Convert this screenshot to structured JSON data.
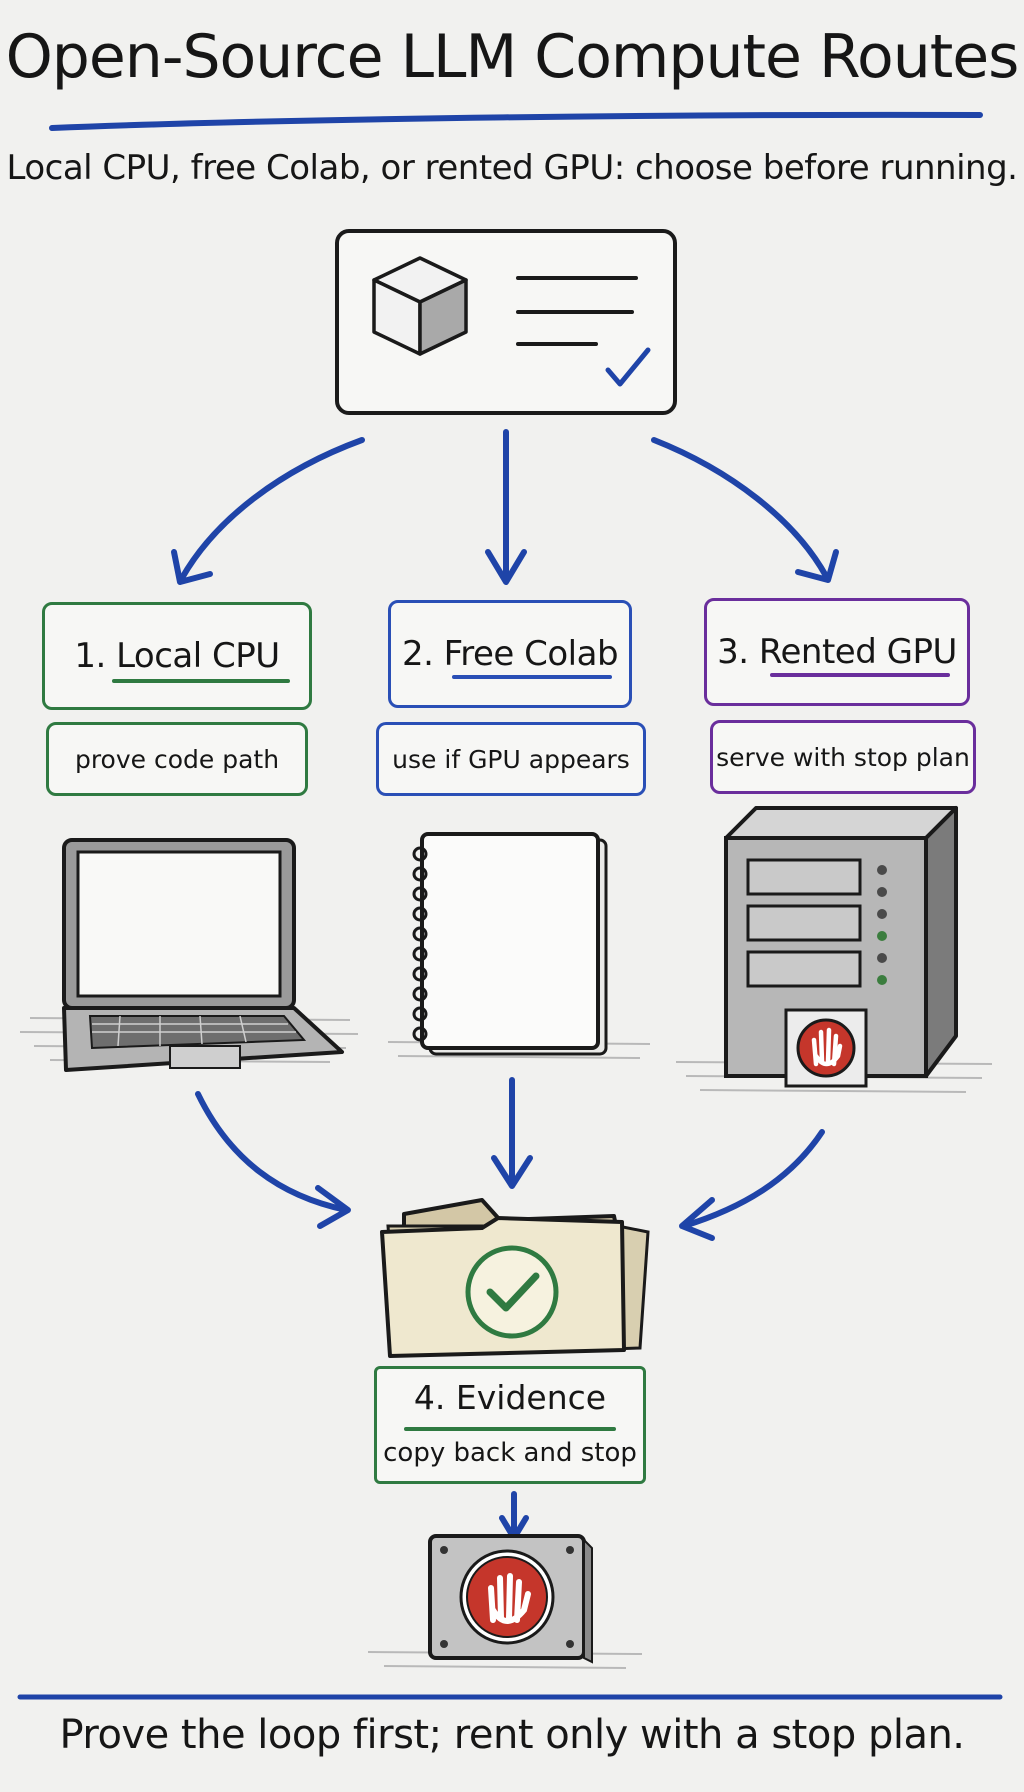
{
  "title": "Open-Source LLM Compute Routes",
  "subtitle": "Local CPU, free Colab, or rented GPU: choose before running.",
  "routes": [
    {
      "title": "1. Local CPU",
      "description": "prove code path",
      "color": "#2f7a41",
      "icon": "laptop-icon"
    },
    {
      "title": "2. Free Colab",
      "description": "use if GPU appears",
      "color": "#2a4fb6",
      "icon": "notebook-icon"
    },
    {
      "title": "3. Rented GPU",
      "description": "serve with stop plan",
      "color": "#6a2e9c",
      "icon": "server-icon"
    }
  ],
  "evidence": {
    "title": "4. Evidence",
    "description": "copy back and stop",
    "color": "#2f7a41",
    "icon": "folder-check-icon"
  },
  "footer": "Prove the loop first; rent only with a stop plan.",
  "colors": {
    "arrow": "#1f44a8",
    "title_underline": "#1f44a8",
    "stop_red": "#c5362b"
  }
}
